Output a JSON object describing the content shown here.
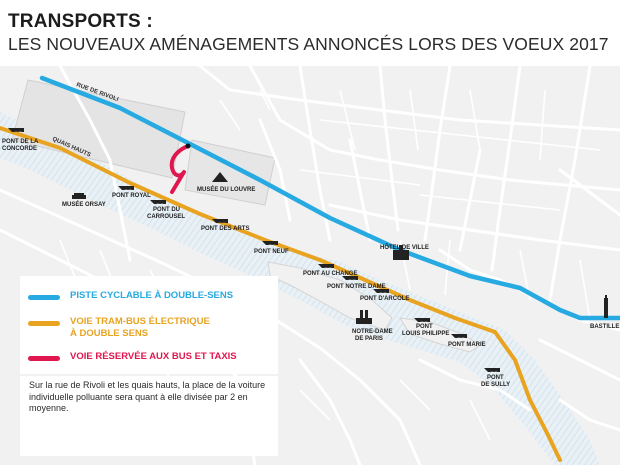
{
  "header": {
    "title": "TRANSPORTS :",
    "subtitle": "LES NOUVEAUX AMÉNAGEMENTS ANNONCÉS LORS DES VOEUX 2017"
  },
  "colors": {
    "cycle_track": "#27a9e1",
    "tram_bus": "#e8a321",
    "bus_taxi": "#e0164e",
    "seine": "#e3edf3",
    "streets": "#cfcfcf",
    "blocks": "#f1f1f1"
  },
  "streets": {
    "rue_de_rivoli": "RUE DE RIVOLI",
    "quais_hauts": "QUAIS HAUTS"
  },
  "places": {
    "pont_de_la_concorde": [
      "PONT DE LA",
      "CONCORDE"
    ],
    "musee_orsay": "MUSÉE ORSAY",
    "pont_royal": "PONT ROYAL",
    "pont_du_carrousel": [
      "PONT DU",
      "CARROUSEL"
    ],
    "musee_du_louvre": "MUSÉE DU LOUVRE",
    "pont_des_arts": "PONT DES ARTS",
    "pont_neuf": "PONT NEUF",
    "hotel_de_ville": "HÔTEL DE VILLE",
    "pont_au_change": "PONT AU CHANGE",
    "pont_notre_dame": "PONT NOTRE DAME",
    "pont_d_arcole": "PONT D'ARCOLE",
    "notre_dame": [
      "NOTRE-DAME",
      "DE PARIS"
    ],
    "pont_louis_philippe": [
      "PONT",
      "LOUIS PHILIPPE"
    ],
    "pont_marie": "PONT MARIE",
    "pont_de_sully": [
      "PONT",
      "DE SULLY"
    ],
    "bastille": "BASTILLE"
  },
  "legend": [
    {
      "label": "PISTE CYCLABLE À DOUBLE-SENS",
      "color": "#27a9e1"
    },
    {
      "label": "VOIE TRAM-BUS ÉLECTRIQUE À DOUBLE SENS",
      "color": "#e8a321"
    },
    {
      "label": "VOIE RÉSERVÉE AUX BUS ET TAXIS",
      "color": "#e0164e"
    }
  ],
  "note": "Sur la rue de Rivoli et les quais hauts, la place de la voiture individuelle polluante sera quant à elle divisée par 2 en moyenne."
}
